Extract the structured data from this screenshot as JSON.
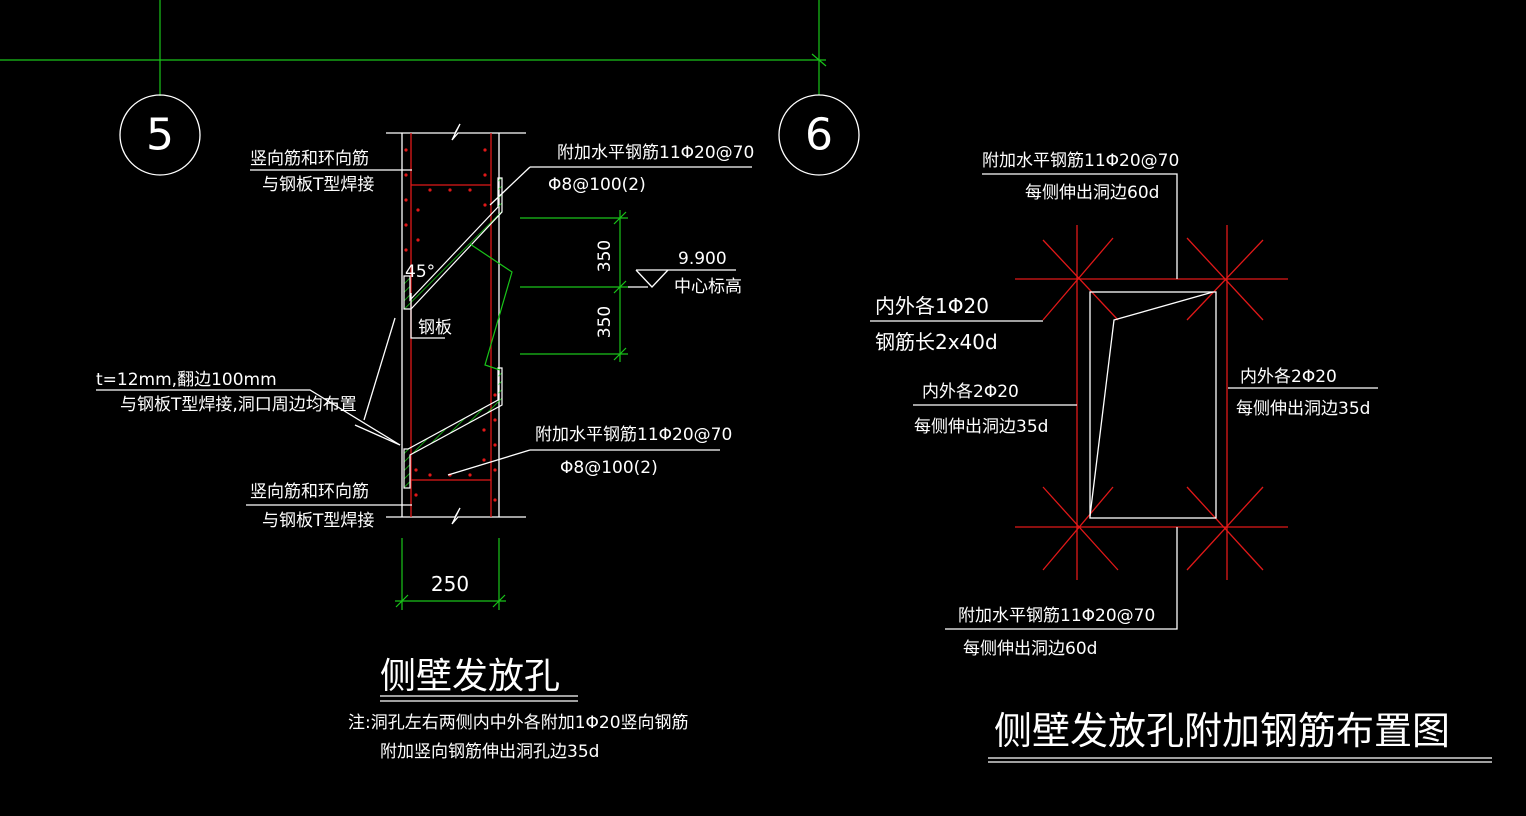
{
  "colors": {
    "background": "#000000",
    "grid_line": "#19c419",
    "line": "#ffffff",
    "rebar": "#e01818",
    "plate_hatch": "#19c419"
  },
  "axes": {
    "axis5": "5",
    "axis6": "6"
  },
  "section": {
    "label_top_rebar": "竖向筋和环向筋",
    "label_top_weld": "与钢板T型焊接",
    "label_bottom_rebar": "竖向筋和环向筋",
    "label_bottom_weld": "与钢板T型焊接",
    "add_bar_top": "附加水平钢筋11Φ20@70",
    "stirrup_top": "Φ8@100(2)",
    "add_bar_bottom": "附加水平钢筋11Φ20@70",
    "stirrup_bottom": "Φ8@100(2)",
    "angle": "45°",
    "plate": "钢板",
    "plate_spec_1": "t=12mm,翻边100mm",
    "plate_spec_2": "与钢板T型焊接,洞口周边均布置",
    "dim_upper": "350",
    "dim_lower": "350",
    "elevation_value": "9.900",
    "elevation_label": "中心标高",
    "dim_width": "250",
    "title": "侧壁发放孔",
    "note_1": "注:洞孔左右两侧内中外各附加1Φ20竖向钢筋",
    "note_2": "附加竖向钢筋伸出洞孔边35d"
  },
  "layout_plan": {
    "top_bar": "附加水平钢筋11Φ20@70",
    "top_extend": "每侧伸出洞边60d",
    "diag_bar": "内外各1Φ20",
    "diag_len": "钢筋长2x40d",
    "left_bar": "内外各2Φ20",
    "left_extend": "每侧伸出洞边35d",
    "right_bar": "内外各2Φ20",
    "right_extend": "每侧伸出洞边35d",
    "bottom_bar": "附加水平钢筋11Φ20@70",
    "bottom_extend": "每侧伸出洞边60d",
    "title": "侧壁发放孔附加钢筋布置图"
  }
}
